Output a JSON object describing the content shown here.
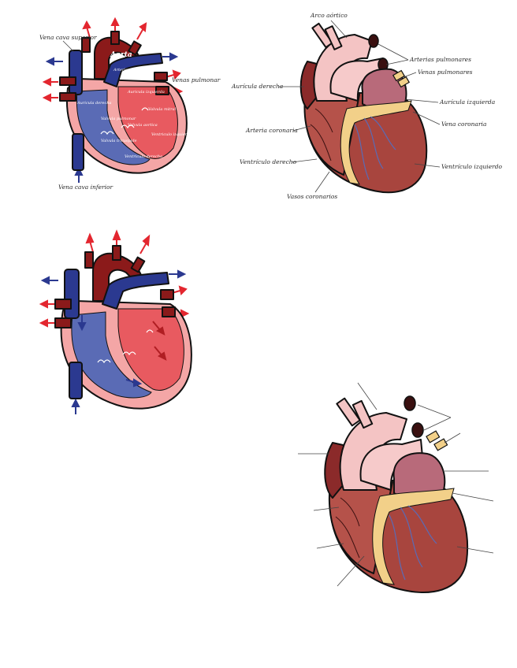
{
  "diagram_1": {
    "labels": {
      "aorta": "Aorta",
      "vena_cava_superior": "Vena cava superior",
      "venas_pulmonares": "Venas pulmonar",
      "vena_cava_inferior": "Vena cava inferior",
      "arteria_pulmonar": "Arteria pulmonar",
      "auricula_izquierda": "Auricula izquierda",
      "auricula_derecha": "Auricula derecha",
      "valvula_pulmonar": "Valvula pulmonar",
      "valvula_mitral": "Valvula mitral",
      "valvula_aortica": "Valvula aortica",
      "valvula_tricuspide": "Valvula tricuspide",
      "ventriculo_izquierdo": "Ventriculo izquierdo",
      "ventriculo_derecho": "Ventriculo derecho"
    }
  },
  "diagram_2": {
    "labels": {
      "arco_aortico": "Arco aórtico",
      "arterias_pulmonares": "Arterias pulmonares",
      "venas_pulmonares": "Venas pulmonares",
      "auricula_derecha": "Aurícula derecha",
      "auricula_izquierda": "Aurícula izquierda",
      "vena_coronaria": "Vena coronaria",
      "arteria_coronaria": "Arteria coronaria",
      "ventriculo_derecho": "Ventrículo derecho",
      "ventriculo_izquierdo": "Ventrículo izquierdo",
      "vasos_coronarios": "Vasos coronarios"
    }
  },
  "colors": {
    "deoxygenated": "#2b3990",
    "oxygenated": "#8b1a1a",
    "arrow_red": "#e3262f",
    "arrow_blue": "#2b3990",
    "heart_outer": "#f4a6a6",
    "muscle": "#a8453e",
    "fat": "#f2d089"
  }
}
